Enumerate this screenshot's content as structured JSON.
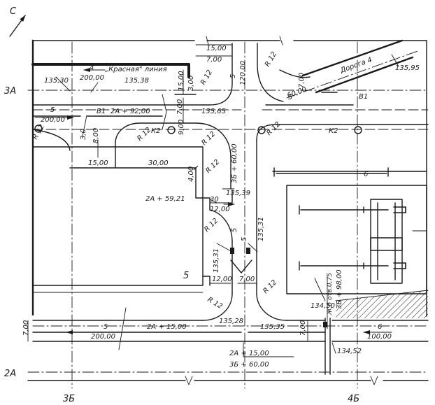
{
  "labels": {
    "north": "С",
    "axis_3a": "3А",
    "axis_2a": "2А",
    "axis_3b": "3Б",
    "axis_4b": "4Б",
    "krasnaya": "„Красная\" линия",
    "road4": "Дорога 4",
    "num4": "4",
    "num5_left": "5",
    "num5_mid": "5",
    "num5_right": "5",
    "num5_vert": "5",
    "num5_lower": "5",
    "num5_bottom": "5",
    "num5_bldg": "5",
    "num6_top": "6",
    "num6_bottom": "6",
    "num30": "30",
    "b1_left": "В1",
    "b1_right": "В1",
    "k2_left": "К2",
    "k2_right": "К2",
    "d200_top": "200,00",
    "d200_left": "200,00",
    "d200_bottom": "200,00",
    "d100_bottom": "100,00",
    "d60": "60,00",
    "d120": "120,00",
    "d15_top": "15,00",
    "d7_top": "7,00",
    "d15_left": "15,00",
    "d30": "30,00",
    "d15_vert": "15,00",
    "d3_a": "3,00",
    "d3_b": "3,0",
    "d8": "8,00",
    "d9": "9,00",
    "d7_vert": "7,00",
    "d4": "4,00",
    "d12_mid": "12,00",
    "d12_low": "12,00",
    "d7_low": "7,00",
    "d7_left_vert": "7,00",
    "d7_right_vert": "7,00",
    "d7_road4": "7,00",
    "r12_1": "R 12",
    "r12_2": "R 12",
    "r12_3": "R 12",
    "r12_4": "R 12",
    "r12_5": "R 12",
    "r12_6": "R 12",
    "r12_7": "R 12",
    "r12_8": "R 12",
    "r12_9": "R 12",
    "r12_10": "R 12",
    "r12_11": "R 12",
    "e13530": "135,30",
    "e13538": "135,38",
    "e13595": "135,95",
    "e13565": "135,65",
    "e13539": "135,39",
    "e13531_a": "135,31",
    "e13531_b": "135,31",
    "e13528": "135,28",
    "e13535": "135,35",
    "e13450": "134,50",
    "e13452": "134,52",
    "st_2a92": "2А + 92,00",
    "st_2a59": "2А + 59,21",
    "st_2a15": "2А + 15,00",
    "st_3b60": "3Б + 60,00",
    "st_frac_top": "2А + 15,00",
    "st_frac_bottom": "3Б + 60,00",
    "st_vert": "3Б + 98,00",
    "zh6": "Ж.б отв.0,75"
  }
}
